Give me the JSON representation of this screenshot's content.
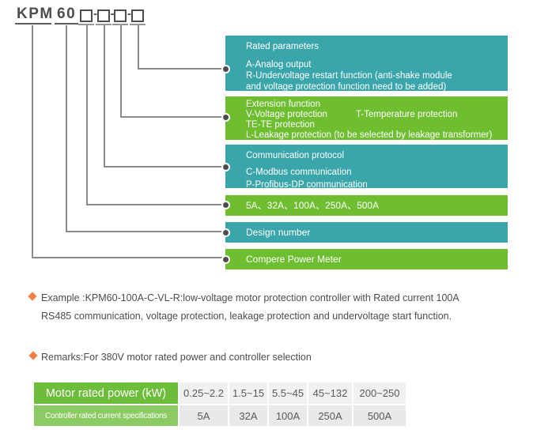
{
  "model_code": {
    "prefix": "KPM",
    "series": "60",
    "separator": "-",
    "placeholder_count": 4
  },
  "callouts": [
    {
      "title": "Rated parameters",
      "lines": [
        "A-Analog output",
        "R-Undervoltage restart function (anti-shake module",
        "and voltage protection function need to be added)"
      ],
      "color": "#3AA6AB"
    },
    {
      "title": "Extension function",
      "lines": [
        "V-Voltage protection",
        "T-Temperature protection",
        "TE-TE protection",
        "L-Leakage protection (to be selected by leakage transformer)"
      ],
      "color": "#6EBE30"
    },
    {
      "title": "Communication protocol",
      "lines": [
        "C-Modbus communication",
        "P-Profibus-DP communication"
      ],
      "color": "#3AA6AB"
    },
    {
      "title": "5A、32A、100A、250A、500A",
      "color": "#6EBE30"
    },
    {
      "title": "Design number",
      "color": "#3AA6AB"
    },
    {
      "title": "Compere Power Meter",
      "color": "#6EBE30"
    }
  ],
  "example": {
    "line1": "Example :KPM60-100A-C-VL-R:low-voltage motor protection controller with Rated current 100A",
    "line2": "RS485 communication, voltage protection, leakage protection and undervoltage start function."
  },
  "remarks": {
    "text": "Remarks:For 380V motor rated power and controller selection"
  },
  "table": {
    "header_label": "Motor rated power (kW)",
    "header_values": [
      "0.25~2.2",
      "1.5~15",
      "5.5~45",
      "45~132",
      "200~250"
    ],
    "row_label": "Controller rated current specifications",
    "row_values": [
      "5A",
      "32A",
      "100A",
      "250A",
      "500A"
    ]
  },
  "colors": {
    "teal_box": "#3AA6AB",
    "green_box": "#6EBE30",
    "table_label_row1": "#6CBE3A",
    "table_label_row2": "#8CCB63",
    "table_value_bg": "#F1F1F1",
    "bullet_orange": "#F08048",
    "connector_gray": "#8A8B8E",
    "text_dark": "#4D4D4F"
  }
}
